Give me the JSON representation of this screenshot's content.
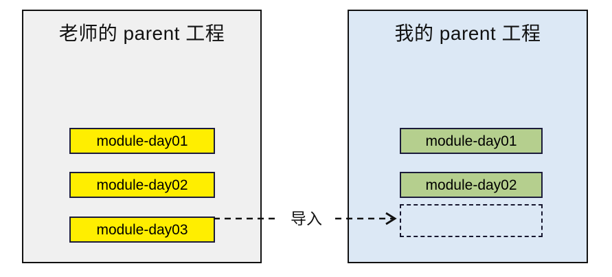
{
  "diagram": {
    "title_text": "",
    "colors": {
      "left_panel_bg": "#f0f0f0",
      "right_panel_bg": "#dce8f5",
      "module_yellow": "#ffee00",
      "module_green": "#b5cf8e",
      "border_dark": "#1b1b3a",
      "panel_border": "#111111",
      "arrow": "#111111"
    },
    "panels": [
      {
        "id": "teacher-parent-project",
        "title": "老师的 parent 工程",
        "modules": [
          {
            "label": "module-day01",
            "style": "yellow"
          },
          {
            "label": "module-day02",
            "style": "yellow"
          },
          {
            "label": "module-day03",
            "style": "yellow"
          }
        ]
      },
      {
        "id": "my-parent-project",
        "title": "我的 parent 工程",
        "modules": [
          {
            "label": "module-day01",
            "style": "green"
          },
          {
            "label": "module-day02",
            "style": "green"
          },
          {
            "label": "",
            "style": "dashed-empty"
          }
        ]
      }
    ],
    "connector": {
      "label": "导入",
      "from": "module-day03",
      "to": "empty-slot",
      "line_style": "dashed",
      "arrowhead": "open"
    }
  }
}
